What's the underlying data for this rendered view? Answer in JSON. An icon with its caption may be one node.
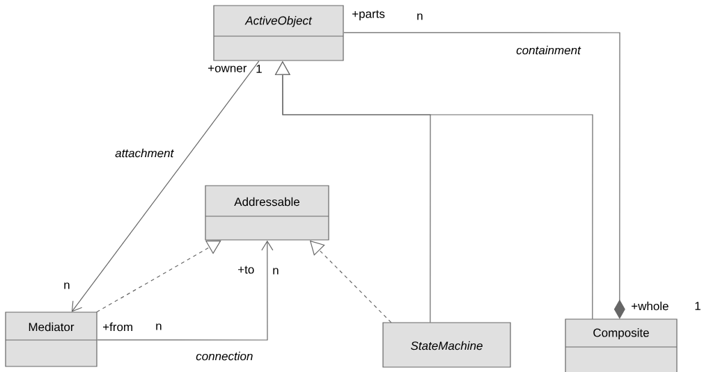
{
  "diagram": {
    "nodes": [
      {
        "text": [
          "ActiveObject"
        ]
      },
      {
        "text": [
          "Addressable"
        ]
      },
      {
        "text": [
          "Mediator"
        ]
      },
      {
        "text": [
          "StateMachine"
        ]
      },
      {
        "text": [
          "Composite"
        ]
      }
    ],
    "edges": [
      {
        "from": 0,
        "to": 2,
        "arrow": "to",
        "label": "attachment"
      },
      {
        "from": 2,
        "to": 1,
        "arrow": "to",
        "style": "dashed"
      },
      {
        "from": 3,
        "to": 1,
        "arrow": "to",
        "style": "dashed"
      },
      {
        "from": 2,
        "to": 1,
        "arrow": "to",
        "label": "connection"
      },
      {
        "from": 3,
        "to": 0,
        "arrow": "to"
      },
      {
        "from": 4,
        "to": 0,
        "arrow": "to"
      },
      {
        "from": 0,
        "to": 4,
        "arrow": "other",
        "label": "containment"
      }
    ],
    "labels": [
      "+parts",
      "n",
      "+owner",
      "1",
      "n",
      "+to",
      "n",
      "+whole",
      "1",
      "+from",
      "n"
    ]
  }
}
